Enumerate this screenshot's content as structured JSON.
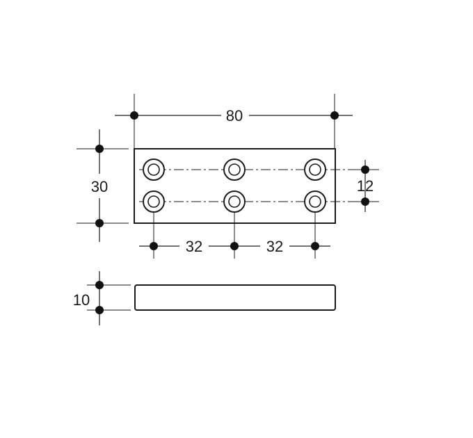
{
  "dimensions": {
    "overall_length": "80",
    "overall_height": "30",
    "hole_row_spacing": "12",
    "hole_pitch_left": "32",
    "hole_pitch_right": "32",
    "thickness": "10"
  },
  "colors": {
    "line": "#1a1a1a",
    "background": "#ffffff"
  }
}
